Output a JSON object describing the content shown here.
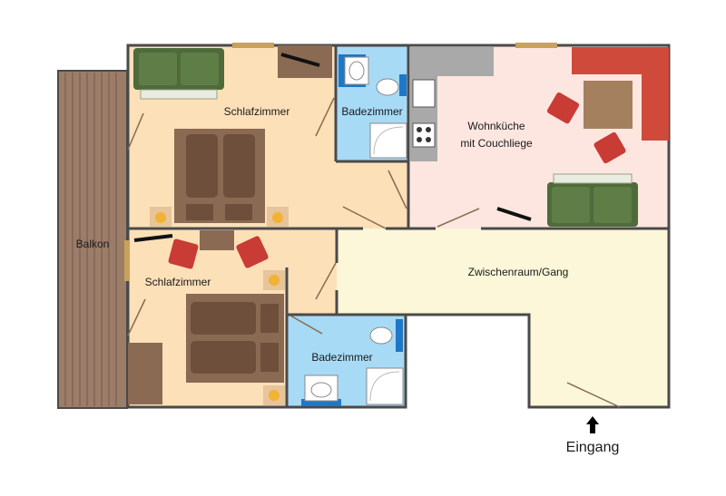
{
  "rooms": {
    "balkon": "Balkon",
    "schlafzimmer_1": "Schlafzimmer",
    "badezimmer_1": "Badezimmer",
    "wohnkueche_line1": "Wohnküche",
    "wohnkueche_line2": "mit Couchliege",
    "schlafzimmer_2": "Schlafzimmer",
    "zwischenraum": "Zwischenraum/Gang",
    "badezimmer_2": "Badezimmer"
  },
  "entrance": {
    "label": "Eingang",
    "arrow_icon": "up-arrow-icon"
  },
  "colors": {
    "bedroom": "#fce0b8",
    "bathroom": "#a7daf5",
    "kitchen_living": "#fde6df",
    "hallway": "#fbf7d8",
    "balcony": "#9b7d6a",
    "wall": "#4a4a4a",
    "sofa": "#4f6b3a",
    "chair": "#c93b35",
    "counter": "#cf4a3a",
    "wood": "#8a6a52",
    "lamp": "#f2b233"
  }
}
